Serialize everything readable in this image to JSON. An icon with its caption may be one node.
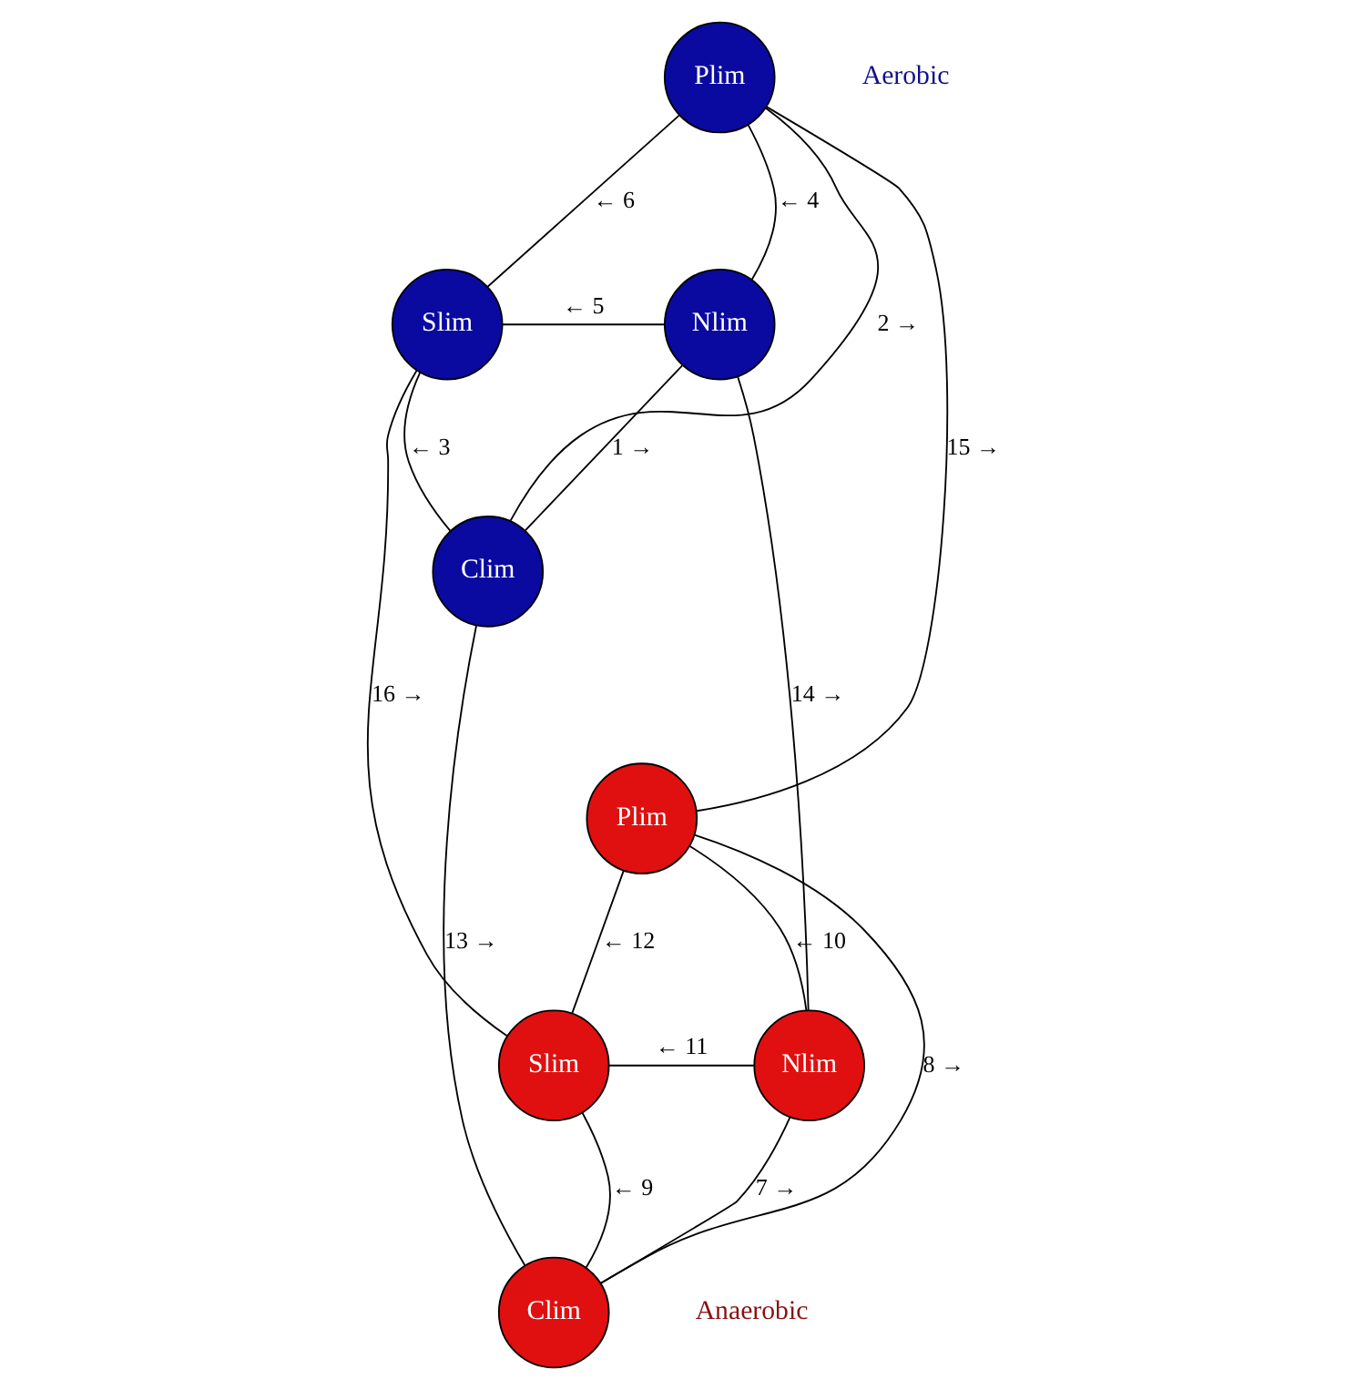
{
  "diagram": {
    "nodes": [
      {
        "text": [
          "Plim"
        ]
      },
      {
        "text": [
          "Slim"
        ]
      },
      {
        "text": [
          "Nlim"
        ]
      },
      {
        "text": [
          "Clim"
        ]
      },
      {
        "text": [
          "Plim"
        ]
      },
      {
        "text": [
          "Slim"
        ]
      },
      {
        "text": [
          "Nlim"
        ]
      },
      {
        "text": [
          "Clim"
        ]
      }
    ],
    "edges": [
      {
        "from": 3,
        "to": 2,
        "arrow": "none",
        "label": "1 →"
      },
      {
        "from": 3,
        "to": 0,
        "arrow": "none",
        "label": "2 →"
      },
      {
        "from": 1,
        "to": 3,
        "arrow": "none",
        "label": "← 3"
      },
      {
        "from": 0,
        "to": 2,
        "arrow": "none",
        "label": "← 4"
      },
      {
        "from": 1,
        "to": 2,
        "arrow": "none",
        "label": "← 5"
      },
      {
        "from": 1,
        "to": 0,
        "arrow": "none",
        "label": "← 6"
      },
      {
        "from": 7,
        "to": 6,
        "arrow": "none",
        "label": "7 →"
      },
      {
        "from": 7,
        "to": 4,
        "arrow": "none",
        "label": "8 →"
      },
      {
        "from": 5,
        "to": 7,
        "arrow": "none",
        "label": "← 9"
      },
      {
        "from": 4,
        "to": 6,
        "arrow": "none",
        "label": "← 10"
      },
      {
        "from": 5,
        "to": 6,
        "arrow": "none",
        "label": "← 11"
      },
      {
        "from": 5,
        "to": 4,
        "arrow": "none",
        "label": "← 12"
      },
      {
        "from": 3,
        "to": 7,
        "arrow": "none",
        "label": "13 →"
      },
      {
        "from": 2,
        "to": 6,
        "arrow": "none",
        "label": "14 →"
      },
      {
        "from": 0,
        "to": 4,
        "arrow": "none",
        "label": "15 →"
      },
      {
        "from": 1,
        "to": 5,
        "arrow": "none",
        "label": "16 →"
      }
    ],
    "labels": [
      "Aerobic",
      "Anaerobic"
    ]
  }
}
